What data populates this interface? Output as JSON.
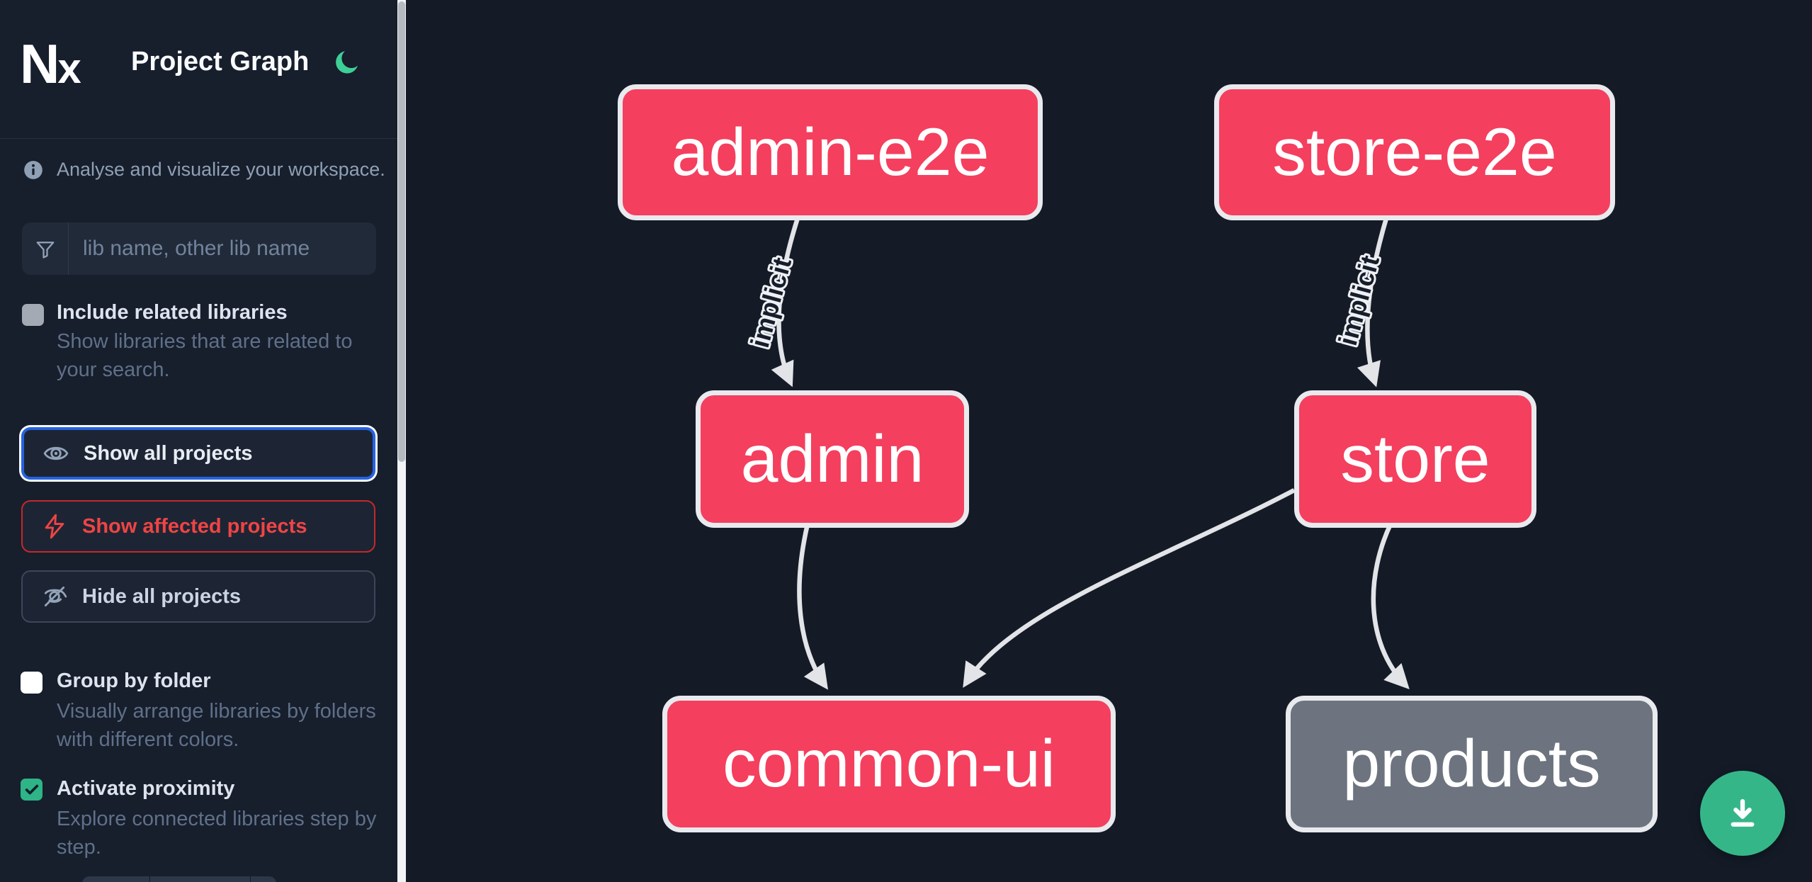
{
  "app": {
    "title": "Project Graph",
    "logo": {
      "n": "N",
      "x": "x"
    },
    "theme_toggle_icon": "moon-icon"
  },
  "sidebar": {
    "tagline": "Analyse and visualize your workspace.",
    "search": {
      "placeholder": "lib name, other lib name",
      "value": "",
      "icon": "funnel-icon"
    },
    "toggles": [
      {
        "label": "Include related libraries",
        "description": "Show libraries that are related to your search.",
        "checked": false
      },
      {
        "label": "Group by folder",
        "description": "Visually arrange libraries by folders with different colors.",
        "checked": false
      },
      {
        "label": "Activate proximity",
        "description": "Explore connected libraries step by step.",
        "checked": true
      }
    ],
    "actions": [
      {
        "label": "Show all projects",
        "icon": "eye-icon",
        "state": "focused"
      },
      {
        "label": "Show affected projects",
        "icon": "bolt-icon",
        "state": "danger"
      },
      {
        "label": "Hide all projects",
        "icon": "eye-off-icon",
        "state": "default"
      }
    ]
  },
  "graph": {
    "nodes": [
      {
        "label": "admin-e2e",
        "variant": "pink"
      },
      {
        "label": "store-e2e",
        "variant": "pink"
      },
      {
        "label": "admin",
        "variant": "pink"
      },
      {
        "label": "store",
        "variant": "pink"
      },
      {
        "label": "common-ui",
        "variant": "pink"
      },
      {
        "label": "products",
        "variant": "gray"
      }
    ],
    "edges": [
      {
        "source": "admin-e2e",
        "target": "admin",
        "label": "implicit"
      },
      {
        "source": "store-e2e",
        "target": "store",
        "label": "implicit"
      },
      {
        "source": "admin",
        "target": "common-ui",
        "label": ""
      },
      {
        "source": "store",
        "target": "common-ui",
        "label": ""
      },
      {
        "source": "store",
        "target": "products",
        "label": ""
      }
    ]
  },
  "fab": {
    "icon": "download-icon"
  },
  "theme": {
    "sidebar_bg": "#171e2c",
    "canvas_bg": "#141b27",
    "node_pink": "#f43f5e",
    "node_gray": "#6d7480",
    "node_border": "#e8eaee",
    "edge_color": "#e2e4e8",
    "accent_green": "#35b689",
    "moon_green": "#3ecf96",
    "focus_blue": "#2663e0",
    "danger_red": "#ef4444",
    "text_muted": "#5f7089"
  }
}
